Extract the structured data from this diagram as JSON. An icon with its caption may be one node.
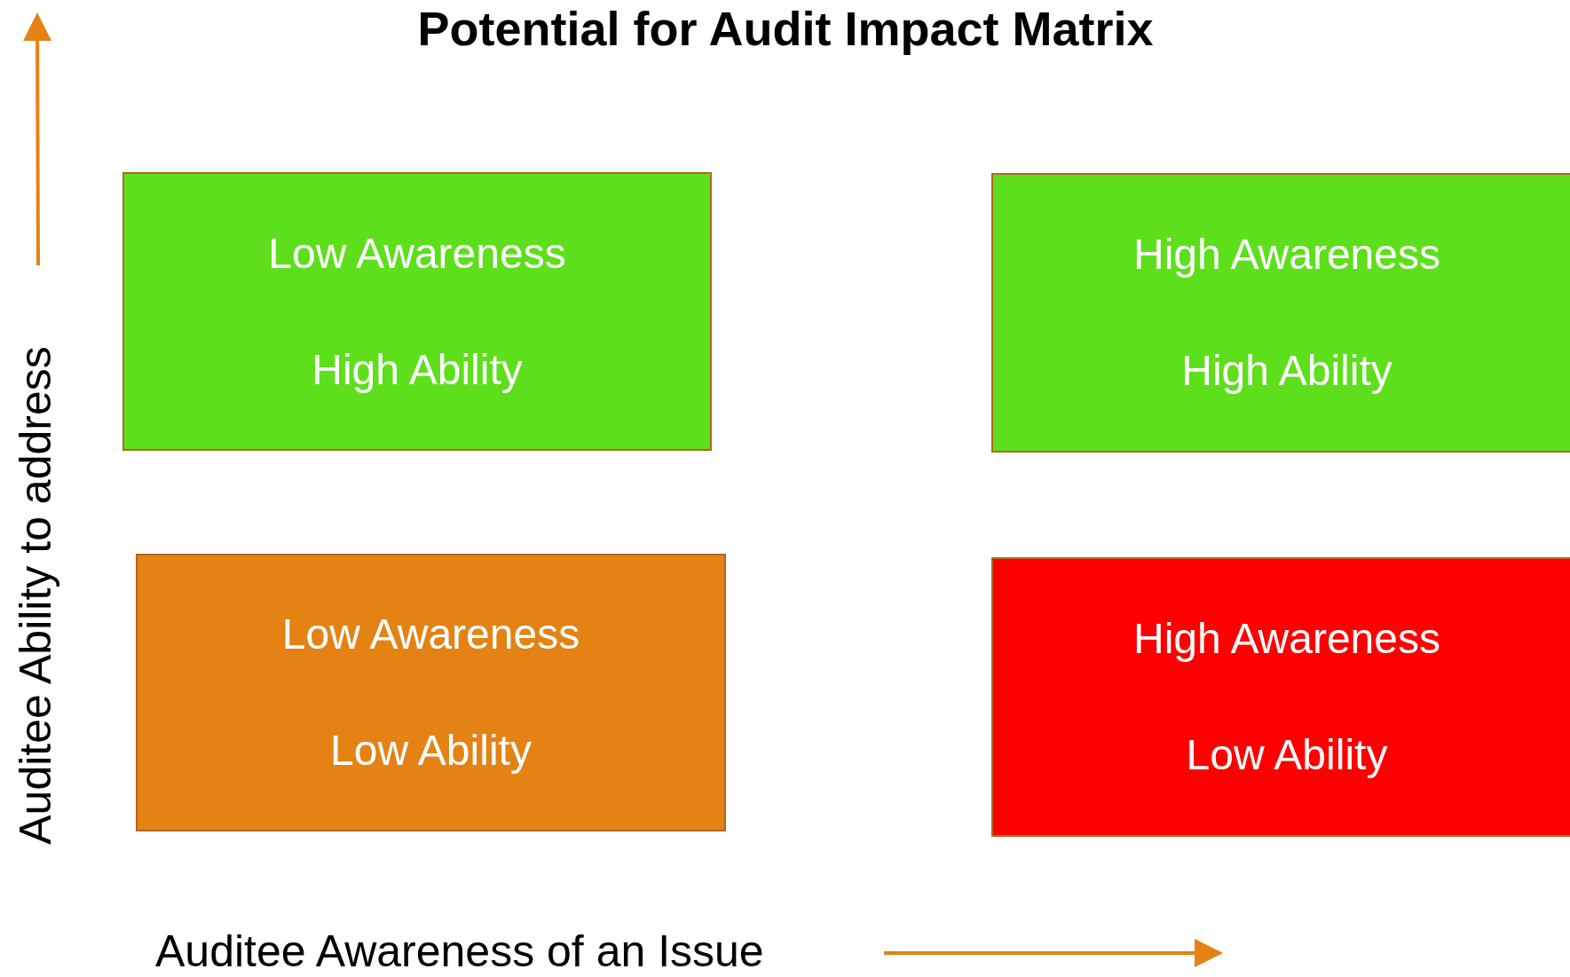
{
  "diagram": {
    "title": "Potential for Audit Impact Matrix",
    "nodes": [
      {
        "text": [
          "Low Awareness",
          "High Ability"
        ]
      },
      {
        "text": [
          "High Awareness",
          "High Ability"
        ]
      },
      {
        "text": [
          "Low Awareness",
          "Low Ability"
        ]
      },
      {
        "text": [
          "High Awareness",
          "Low Ability"
        ]
      }
    ],
    "labels": [
      "Auditee Ability to address",
      "Auditee Awareness of an Issue"
    ]
  }
}
